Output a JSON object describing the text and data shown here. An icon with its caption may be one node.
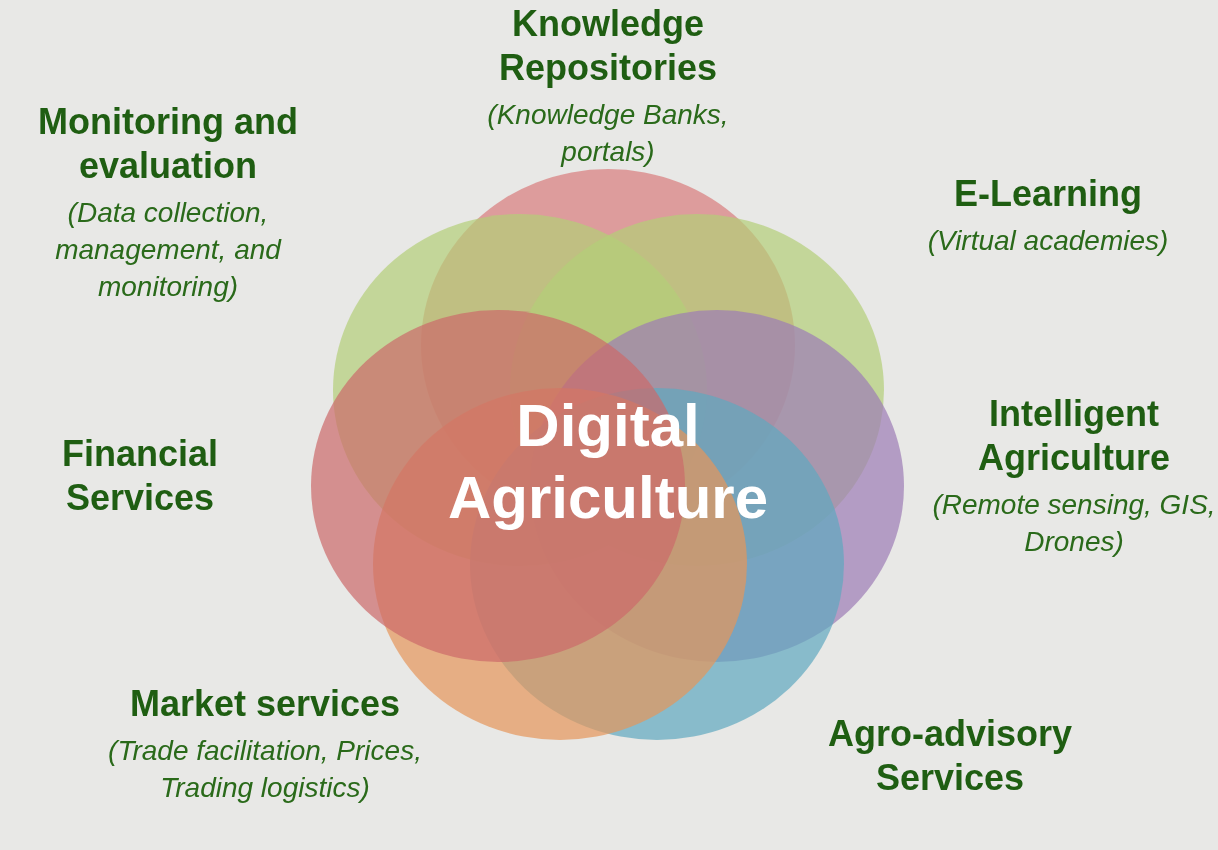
{
  "diagram": {
    "nodes": [
      {
        "text": [
          "Knowledge Repositories",
          "(Knowledge Banks, portals)"
        ]
      },
      {
        "text": [
          "Monitoring and evaluation",
          "(Data collection, management, and monitoring)"
        ]
      },
      {
        "text": [
          "E-Learning",
          "(Virtual academies)"
        ]
      },
      {
        "text": [
          "Intelligent Agriculture",
          "(Remote sensing, GIS, Drones)"
        ]
      },
      {
        "text": [
          "Agro-advisory Services"
        ]
      },
      {
        "text": [
          "Market services",
          "(Trade facilitation, Prices, Trading logistics)"
        ]
      },
      {
        "text": [
          "Financial Services"
        ]
      }
    ],
    "edges": [],
    "labels": [
      "Digital Agriculture"
    ]
  }
}
